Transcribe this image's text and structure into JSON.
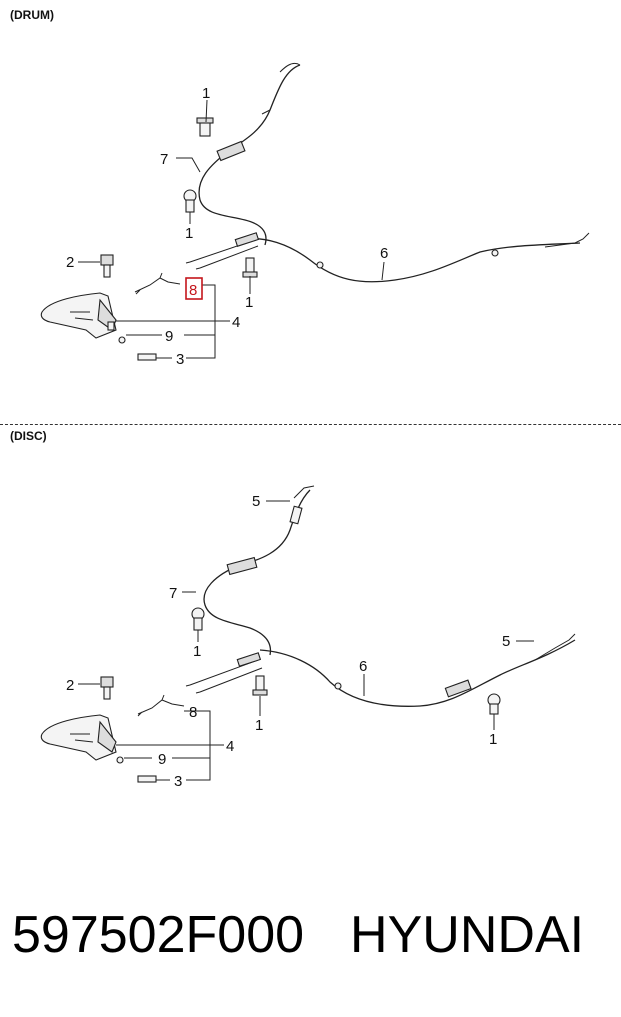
{
  "drum_section": {
    "label": "(DRUM)",
    "callouts": {
      "c1_top": "1",
      "c7": "7",
      "c1_mid": "1",
      "c2": "2",
      "c8": "8",
      "c4": "4",
      "c9": "9",
      "c3": "3",
      "c1_low": "1",
      "c6": "6"
    }
  },
  "disc_section": {
    "label": "(DISC)",
    "callouts": {
      "c5_top": "5",
      "c7": "7",
      "c1_mid": "1",
      "c2": "2",
      "c8": "8",
      "c4": "4",
      "c9": "9",
      "c3": "3",
      "c1_low": "1",
      "c6": "6",
      "c5_right": "5",
      "c1_right": "1"
    }
  },
  "footer": {
    "part_number": "597502F000",
    "brand": "HYUNDAI"
  },
  "colors": {
    "highlight": "#c4161c",
    "line": "#222222"
  }
}
